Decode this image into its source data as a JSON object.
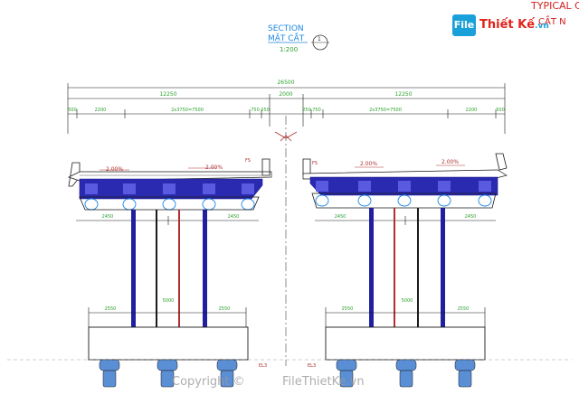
{
  "title": {
    "line1": "TYPICAL CRO",
    "line2": "CẮT N"
  },
  "section": {
    "label_en": "SECTION",
    "label_vn": "MẶT CẮT",
    "scale": "1:200",
    "marker": "1"
  },
  "dimensions": {
    "overall": "26500",
    "left_half": "12250",
    "right_half": "12250",
    "median": "2000",
    "left_segments": [
      "500",
      "2200",
      "2x3750=7500",
      "750",
      "250"
    ],
    "right_segments": [
      "250",
      "750",
      "2x3750=7500",
      "2200",
      "500"
    ],
    "pier_cap_left": [
      "2450",
      "2450"
    ],
    "pier_cap_right": [
      "2450",
      "2450"
    ],
    "footing_left": [
      "2550",
      "2550"
    ],
    "footing_right": [
      "2550",
      "2550"
    ],
    "column_center": "5000"
  },
  "slopes": {
    "left_a": "2.00%",
    "left_b": "2.00%",
    "right_a": "2.00%",
    "right_b": "2.00%"
  },
  "marks": {
    "left_rail": "FS",
    "right_rail": "FS"
  },
  "levels": {
    "left": "EL3",
    "right": "EL3"
  },
  "watermark": {
    "left": "Copyright ©",
    "right": "FileThietKe.vn"
  },
  "logo": {
    "box": "File",
    "text": "Thiết Kế",
    "domain": ".vn"
  },
  "colors": {
    "line": "#1a1a1a",
    "dim": "#2ca02c",
    "blue": "#1f1f9f",
    "red": "#b03030",
    "text_blue": "#1e88e5",
    "title_red": "#d62020"
  }
}
